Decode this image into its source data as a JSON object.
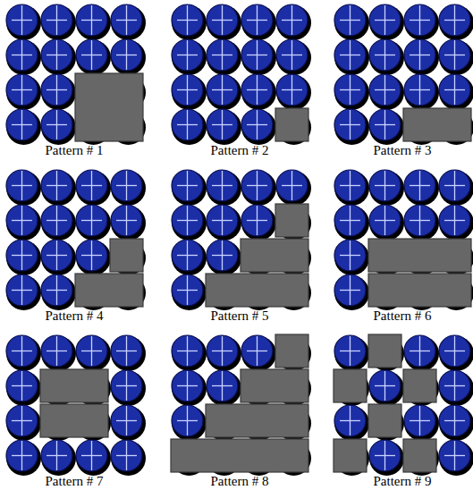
{
  "diagram": {
    "labels": [
      "Pattern # 1",
      "Pattern # 2",
      "Pattern # 3",
      "Pattern # 4",
      "Pattern # 5",
      "Pattern # 6",
      "Pattern # 7",
      "Pattern # 8",
      "Pattern # 9"
    ]
  }
}
